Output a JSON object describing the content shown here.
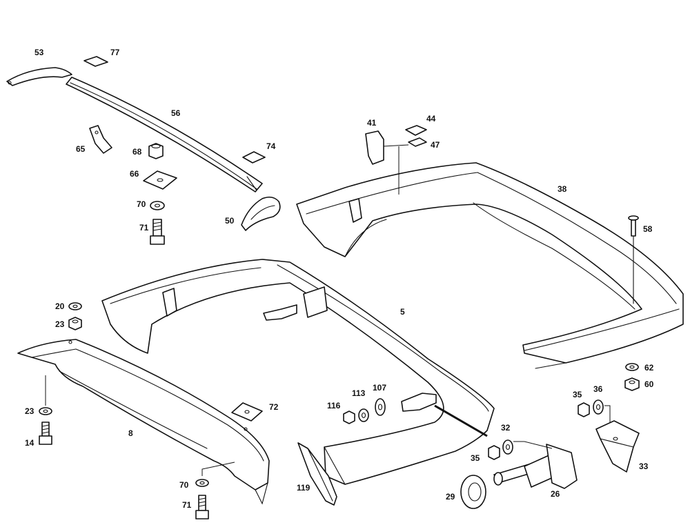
{
  "callouts": {
    "c53": "53",
    "c77": "77",
    "c56": "56",
    "c65": "65",
    "c68": "68",
    "c74": "74",
    "c66": "66",
    "c70a": "70",
    "c71a": "71",
    "c50": "50",
    "c41": "41",
    "c44": "44",
    "c47": "47",
    "c38": "38",
    "c58": "58",
    "c20": "20",
    "c23a": "23",
    "c5": "5",
    "c62": "62",
    "c60": "60",
    "c23b": "23",
    "c14": "14",
    "c8": "8",
    "c72": "72",
    "c116": "116",
    "c113": "113",
    "c107": "107",
    "c35a": "35",
    "c36": "36",
    "c32": "32",
    "c35b": "35",
    "c33": "33",
    "c70b": "70",
    "c71b": "71",
    "c119": "119",
    "c29": "29",
    "c26": "26"
  }
}
